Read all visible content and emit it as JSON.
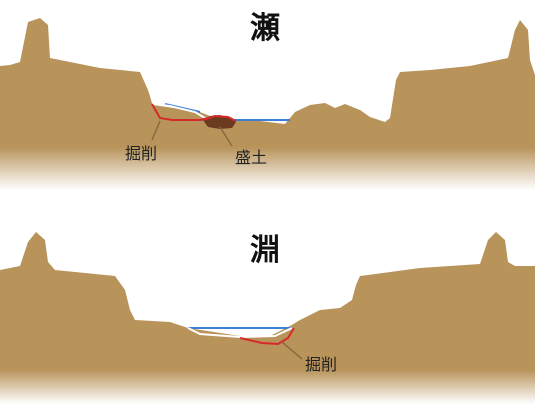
{
  "top_diagram": {
    "title": "瀬",
    "labels": {
      "excavation": "掘削",
      "embankment": "盛土"
    }
  },
  "bottom_diagram": {
    "title": "淵",
    "labels": {
      "excavation": "掘削"
    }
  },
  "colors": {
    "terrain": "#b8935a",
    "terrain_shadow": "#9c7a45",
    "embankment": "#6b3a1f",
    "water_line": "#3e7fd6",
    "excavation_line": "#d62a2a",
    "leader_line": "#8a6a3e",
    "background": "#ffffff"
  }
}
